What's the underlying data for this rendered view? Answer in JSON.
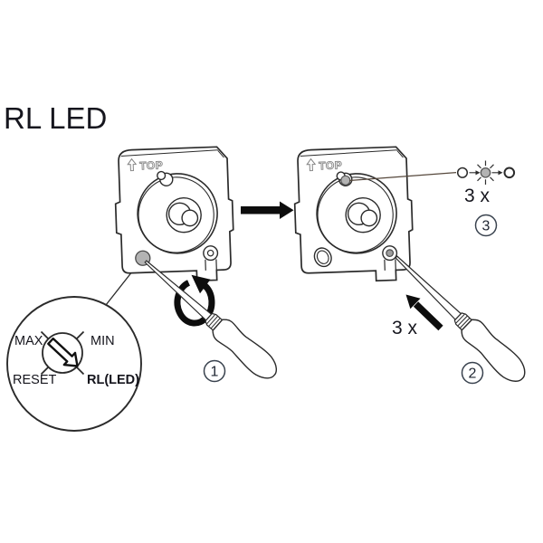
{
  "title": "RL LED",
  "device": {
    "top_label": "TOP"
  },
  "magnifier": {
    "max": "MAX",
    "min": "MIN",
    "reset": "RESET",
    "rl_led": "RL(LED)"
  },
  "steps": {
    "one": {
      "number": "1"
    },
    "two": {
      "number": "2",
      "repeat": "3 x"
    },
    "three": {
      "number": "3",
      "repeat": "3 x"
    }
  },
  "icons": {
    "top_arrow": "up-arrow",
    "transition": "right-arrow",
    "rotate": "turn-screw-arrow",
    "press": "push-screwdriver-arrow",
    "led_blink": "blinking-led"
  },
  "colors": {
    "line": "#2b2b2b",
    "gray_fill": "#b3b3b3",
    "solid_black": "#0d0d0d",
    "badge_stroke": "#39424e",
    "background": "#ffffff"
  }
}
